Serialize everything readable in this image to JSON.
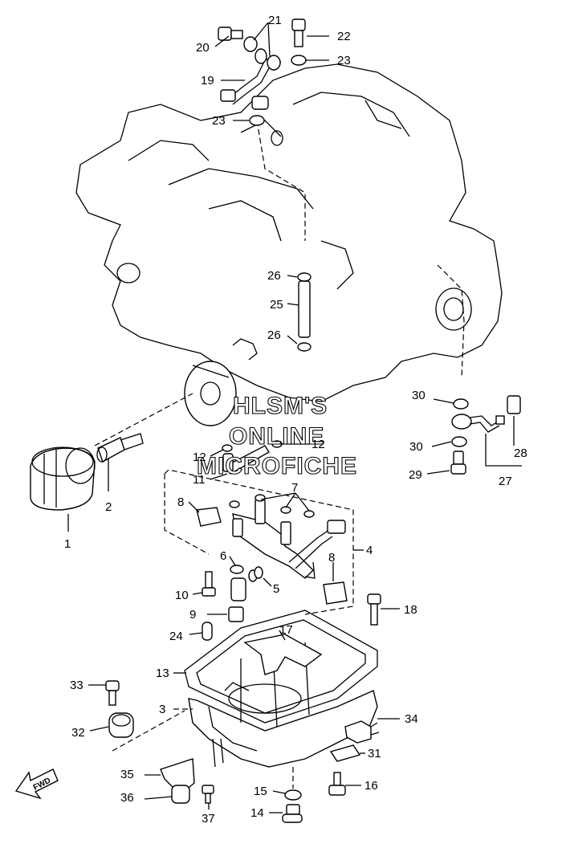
{
  "watermark": {
    "line1": "HLSM'S",
    "line2": "ONLINE",
    "line3": "MICROFICHE"
  },
  "fwd_label": "FWD",
  "callouts": {
    "c1": "1",
    "c2": "2",
    "c3": "3",
    "c4": "4",
    "c5": "5",
    "c6": "6",
    "c7": "7",
    "c8a": "8",
    "c8b": "8",
    "c9": "9",
    "c10": "10",
    "c11": "11",
    "c12a": "12",
    "c12b": "12",
    "c13": "13",
    "c14": "14",
    "c15": "15",
    "c16": "16",
    "c17": "17",
    "c18": "18",
    "c19": "19",
    "c20": "20",
    "c21": "21",
    "c22": "22",
    "c23a": "23",
    "c23b": "23",
    "c24": "24",
    "c25": "25",
    "c26a": "26",
    "c26b": "26",
    "c27": "27",
    "c28": "28",
    "c29": "29",
    "c30a": "30",
    "c30b": "30",
    "c31": "31",
    "c32": "32",
    "c33": "33",
    "c34": "34",
    "c35": "35",
    "c36": "36",
    "c37": "37"
  }
}
